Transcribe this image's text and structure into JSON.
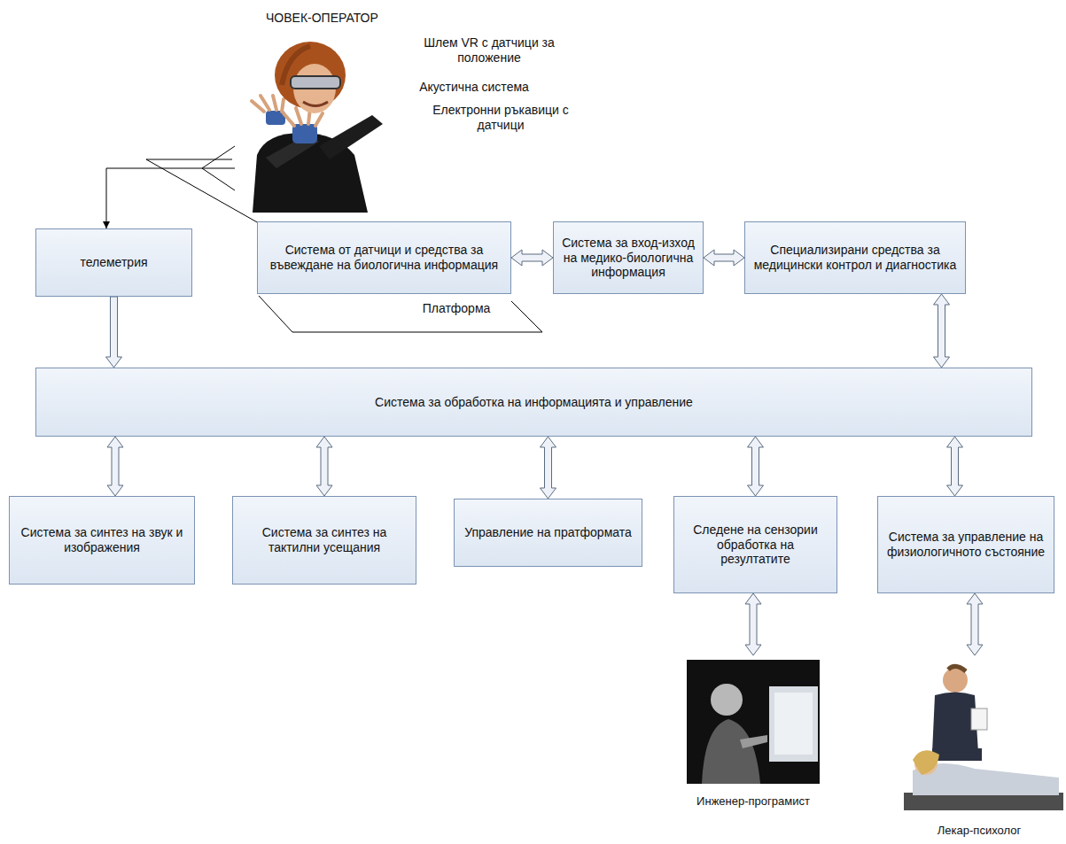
{
  "diagram": {
    "nodes": [
      {
        "text": [
          "ЧОВЕК-ОПЕРАТОР"
        ]
      },
      {
        "text": [
          "телеметрия"
        ]
      },
      {
        "text": [
          "Система от датчици и средства за въвеждане на биологична информация"
        ]
      },
      {
        "text": [
          "Система за вход-изход на медико-биологична информация"
        ]
      },
      {
        "text": [
          "Специализирани средства за медицински контрол и диагностика"
        ]
      },
      {
        "text": [
          "Система за обработка на информацията и управление"
        ]
      },
      {
        "text": [
          "Система за синтез на звук и изображения"
        ]
      },
      {
        "text": [
          "Система за синтез на тактилни усещания"
        ]
      },
      {
        "text": [
          "Управление на пратформата"
        ]
      },
      {
        "text": [
          "Следене на сензории обработка на резултатите"
        ]
      },
      {
        "text": [
          "Система за управление на физиологичното състояние"
        ]
      },
      {
        "text": [
          "Инженер-програмист"
        ]
      },
      {
        "text": [
          "Лекар-психолог"
        ]
      }
    ],
    "edges": [
      {
        "from": 0,
        "to": 1,
        "arrow": "to"
      },
      {
        "from": 1,
        "to": 5,
        "arrow": "to"
      },
      {
        "from": 2,
        "to": 3,
        "arrow": "both"
      },
      {
        "from": 3,
        "to": 4,
        "arrow": "both"
      },
      {
        "from": 4,
        "to": 5,
        "arrow": "both"
      },
      {
        "from": 5,
        "to": 6,
        "arrow": "both"
      },
      {
        "from": 5,
        "to": 7,
        "arrow": "both"
      },
      {
        "from": 5,
        "to": 8,
        "arrow": "both"
      },
      {
        "from": 5,
        "to": 9,
        "arrow": "both"
      },
      {
        "from": 5,
        "to": 10,
        "arrow": "both"
      },
      {
        "from": 9,
        "to": 11,
        "arrow": "both"
      },
      {
        "from": 10,
        "to": 12,
        "arrow": "both"
      }
    ],
    "labels": [
      "Шлем VR с датчици за положение",
      "Акустична система",
      "Електронни ръкавици с датчици",
      "Платформа"
    ]
  }
}
